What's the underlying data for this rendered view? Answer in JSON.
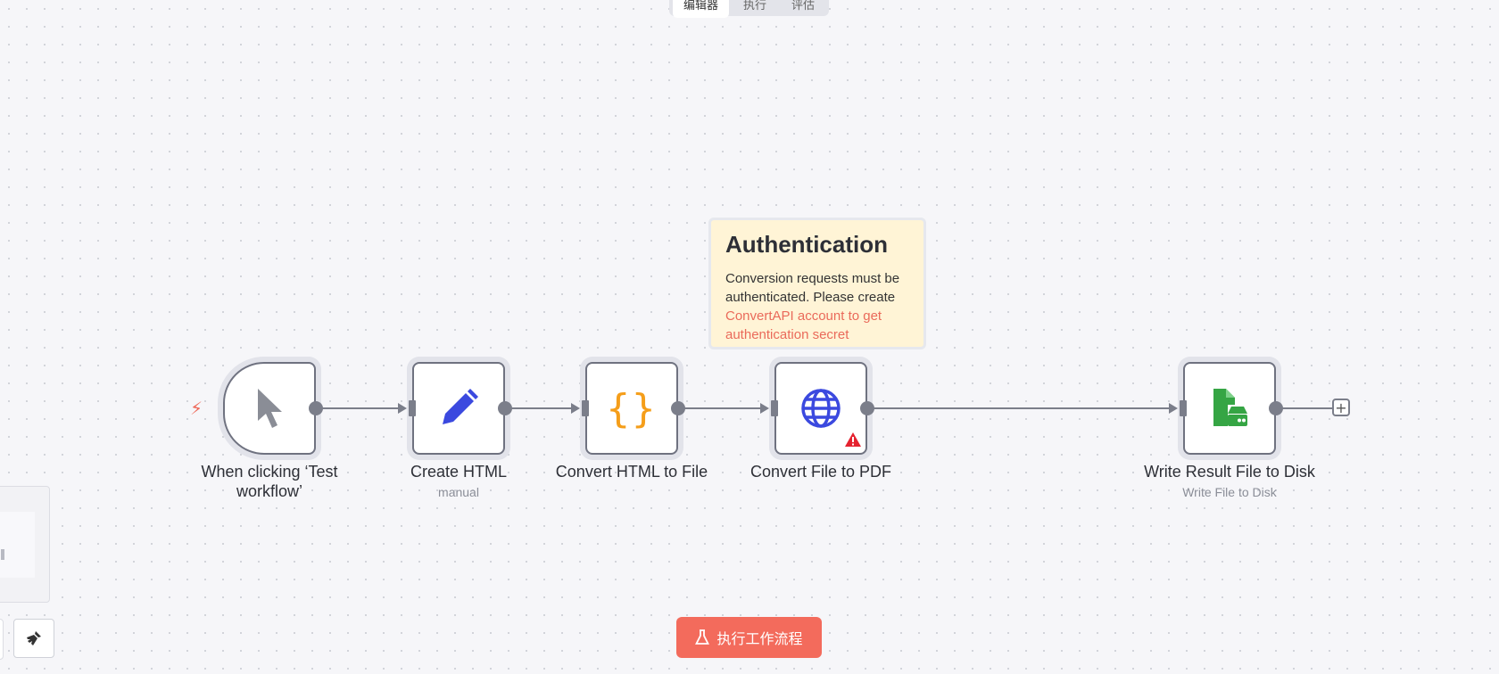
{
  "tabs": [
    "编辑器",
    "执行",
    "评估"
  ],
  "nodes": [
    {
      "label": "When clicking ‘Test workflow’",
      "icon": "cursor-icon",
      "type": "trigger"
    },
    {
      "label": "Create HTML",
      "subtitle": "manual",
      "icon": "pencil-icon"
    },
    {
      "label": "Convert HTML to File",
      "icon": "code-braces-icon"
    },
    {
      "label": "Convert File to PDF",
      "icon": "globe-icon",
      "warning": true
    },
    {
      "label": "Write Result File to Disk",
      "subtitle": "Write File to Disk",
      "icon": "file-disk-icon"
    }
  ],
  "sticky": {
    "title": "Authentication",
    "text": "Conversion requests must be authenticated. Please create",
    "link": "ConvertAPI account to get authentication secret"
  },
  "execute_button": "执行工作流程",
  "colors": {
    "accent": "#f36b5c",
    "pencil": "#3b49df",
    "braces": "#f59e1a",
    "globe": "#3b49df",
    "disk": "#35a544"
  }
}
